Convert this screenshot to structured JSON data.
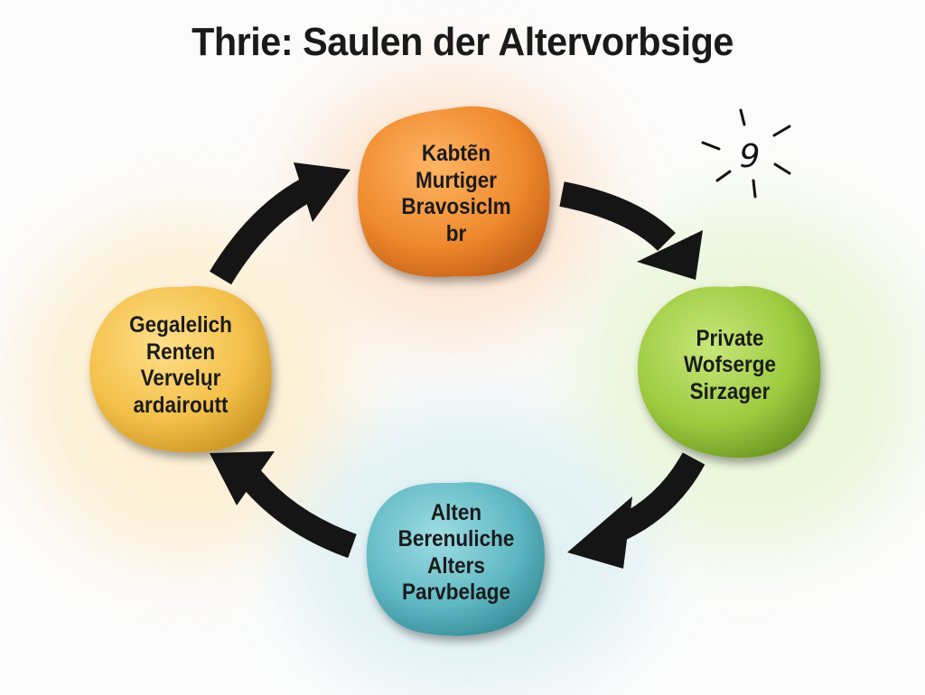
{
  "title": "Thrie: Saulen der Altervorbsige",
  "badge": "9",
  "nodes": {
    "top": {
      "lines": [
        "Kabtẽn",
        "Murtiger",
        "Bravosiclm",
        "br"
      ],
      "color": "#ef8a2e"
    },
    "right": {
      "lines": [
        "Private",
        "Wofserge",
        "Sirzager"
      ],
      "color": "#9ccb3f"
    },
    "bottom": {
      "lines": [
        "Alten",
        "Berenuliche",
        "Alters",
        "Parvbelage"
      ],
      "color": "#5fb8c3"
    },
    "left": {
      "lines": [
        "Gegalelich",
        "Renten",
        "Vervelųr",
        "ardairoutt"
      ],
      "color": "#f3c04a"
    }
  },
  "arrows": [
    "top-to-right",
    "right-to-bottom",
    "bottom-to-left",
    "left-to-top"
  ]
}
